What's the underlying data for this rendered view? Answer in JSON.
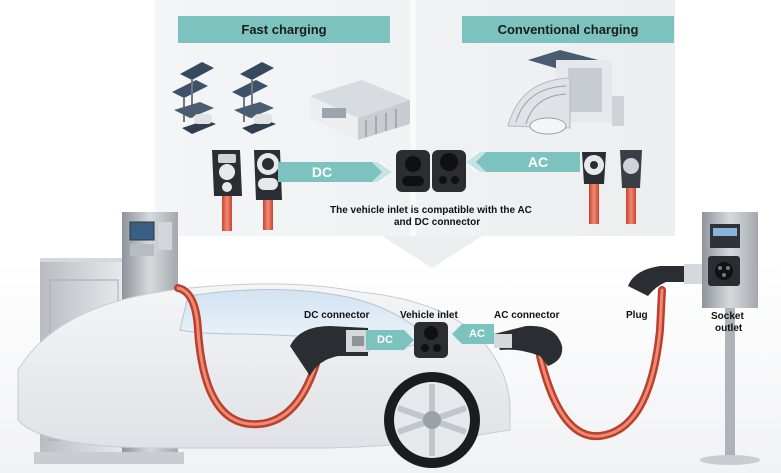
{
  "headers": {
    "fast": "Fast charging",
    "conventional": "Conventional charging"
  },
  "top_arrows": {
    "dc": "DC",
    "ac": "AC"
  },
  "caption": {
    "line1": "The vehicle inlet is compatible with the AC",
    "line2": "and DC connector"
  },
  "labels": {
    "dc_connector": "DC connector",
    "vehicle_inlet": "Vehicle inlet",
    "ac_connector": "AC connector",
    "plug": "Plug",
    "socket_line1": "Socket",
    "socket_line2": "outlet"
  },
  "bottom_arrows": {
    "dc": "DC",
    "ac": "AC"
  },
  "colors": {
    "teal": "#7cc3c0",
    "cable": "#d9604a",
    "connector_dark": "#2a2d31"
  },
  "icons": [
    "solar-panel-icon",
    "charging-station-building-icon",
    "garage-icon",
    "dc-connector-icon",
    "vehicle-inlet-icon",
    "ac-connector-icon",
    "plug-icon",
    "socket-outlet-icon"
  ]
}
